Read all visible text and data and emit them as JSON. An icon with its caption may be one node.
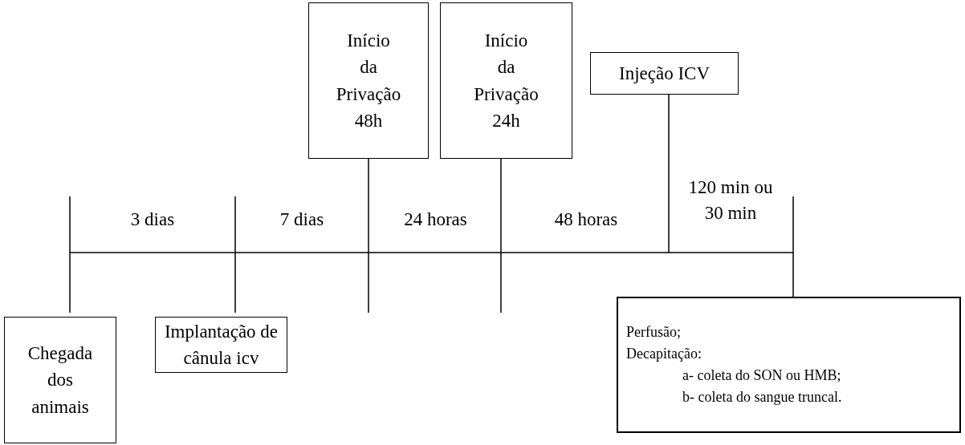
{
  "diagram": {
    "nodes": [
      {
        "text": [
          "Início da Privação 48h"
        ]
      },
      {
        "text": [
          "Início da Privação 24h"
        ]
      },
      {
        "text": [
          "Injeção ICV"
        ]
      },
      {
        "text": [
          "Chegada dos animais"
        ]
      },
      {
        "text": [
          "Implantação de cânula icv"
        ]
      },
      {
        "text": [
          "Perfusão;",
          "Decapitação:",
          "a- coleta do SON ou HMB;",
          "b- coleta do sangue truncal."
        ]
      }
    ],
    "edges": [],
    "labels": [
      "3 dias",
      "7 dias",
      "24 horas",
      "48 horas",
      "120 min ou 30 min"
    ]
  }
}
